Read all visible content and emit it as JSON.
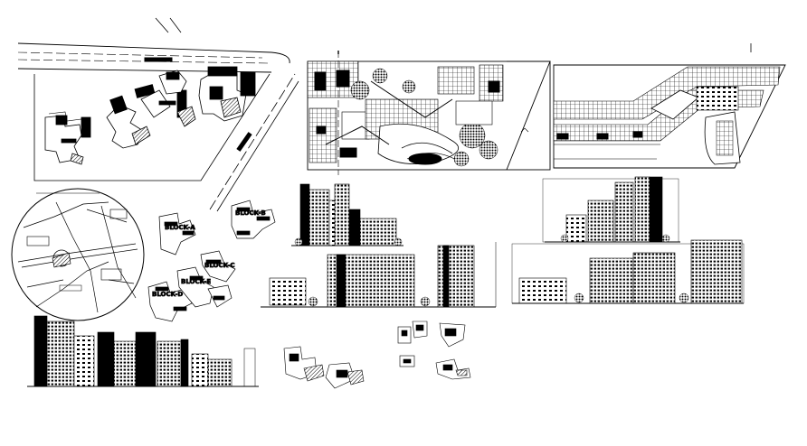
{
  "drawing": {
    "background": "#ffffff",
    "ink": "#000000",
    "block_labels": [
      "BLOCK-A",
      "BLOCK-B",
      "BLOCK-C",
      "BLOCK-D",
      "BLOCK-E"
    ],
    "panels": [
      "site-plan-with-roads",
      "location-key-map",
      "master-landscape-plan",
      "long-block-floor-plan",
      "block-plan-cluster",
      "front-elevation-left",
      "front-elevation-center",
      "right-elevation-upper",
      "right-elevation-lower",
      "bottom-elevation",
      "small-plan-set-a",
      "small-plan-set-b"
    ]
  }
}
